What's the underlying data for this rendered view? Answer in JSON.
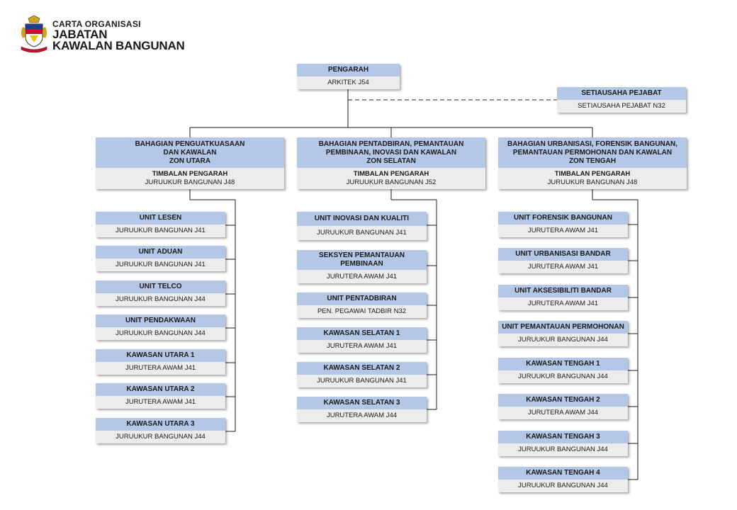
{
  "header": {
    "subtitle": "CARTA ORGANISASI",
    "title_line1": "JABATAN",
    "title_line2": "KAWALAN BANGUNAN"
  },
  "colors": {
    "header_fill": "#b4c7e7",
    "body_fill": "#ececec",
    "line": "#1a1a1a"
  },
  "top": {
    "title": "PENGARAH",
    "grade": "ARKITEK J54"
  },
  "secretary": {
    "title": "SETIAUSAHA PEJABAT",
    "grade": "SETIAUSAHA PEJABAT N32"
  },
  "divisions": [
    {
      "title_lines": [
        "BAHAGIAN PENGUATKUASAAN",
        "DAN KAWALAN",
        "ZON UTARA"
      ],
      "head": "TIMBALAN PENGARAH",
      "grade": "JURUUKUR BANGUNAN J48",
      "units": [
        {
          "title": "UNIT LESEN",
          "grade": "JURUUKUR BANGUNAN J41"
        },
        {
          "title": "UNIT ADUAN",
          "grade": "JURUUKUR BANGUNAN J41"
        },
        {
          "title": "UNIT TELCO",
          "grade": "JURUUKUR BANGUNAN J44"
        },
        {
          "title": "UNIT PENDAKWAAN",
          "grade": "JURUUKUR BANGUNAN J44"
        },
        {
          "title": "KAWASAN UTARA 1",
          "grade": "JURUTERA AWAM J41"
        },
        {
          "title": "KAWASAN UTARA 2",
          "grade": "JURUTERA AWAM J41"
        },
        {
          "title": "KAWASAN UTARA 3",
          "grade": "JURUUKUR BANGUNAN J44"
        }
      ]
    },
    {
      "title_lines": [
        "BAHAGIAN PENTADBIRAN, PEMANTAUAN",
        "PEMBINAAN, INOVASI DAN KAWALAN",
        "ZON SELATAN"
      ],
      "head": "TIMBALAN PENGARAH",
      "grade": "JURUUKUR BANGUNAN J52",
      "units": [
        {
          "title": "UNIT INOVASI DAN KUALITI",
          "grade": "JURUUKUR BANGUNAN J41"
        },
        {
          "title": "SEKSYEN PEMANTAUAN PEMBINAAN",
          "grade": "JURUTERA AWAM J41"
        },
        {
          "title": "UNIT PENTADBIRAN",
          "grade": "PEN. PEGAWAI TADBIR N32"
        },
        {
          "title": "KAWASAN SELATAN 1",
          "grade": "JURUTERA AWAM J41"
        },
        {
          "title": "KAWASAN SELATAN 2",
          "grade": "JURUUKUR BANGUNAN J41"
        },
        {
          "title": "KAWASAN SELATAN 3",
          "grade": "JURUTERA AWAM J44"
        }
      ]
    },
    {
      "title_lines": [
        "BAHAGIAN  URBANISASI, FORENSIK BANGUNAN,",
        "PEMANTAUAN PERMOHONAN DAN KAWALAN",
        "ZON TENGAH"
      ],
      "head": "TIMBALAN PENGARAH",
      "grade": "JURUUKUR BANGUNAN J48",
      "units": [
        {
          "title": "UNIT FORENSIK BANGUNAN",
          "grade": "JURUTERA AWAM J41"
        },
        {
          "title": "UNIT URBANISASI BANDAR",
          "grade": "JURUTERA AWAM J41"
        },
        {
          "title": "UNIT AKSESIBILITI BANDAR",
          "grade": "JURUTERA AWAM J41"
        },
        {
          "title": "UNIT PEMANTAUAN PERMOHONAN",
          "grade": "JURUUKUR BANGUNAN J44"
        },
        {
          "title": "KAWASAN TENGAH 1",
          "grade": "JURUUKUR BANGUNAN J44"
        },
        {
          "title": "KAWASAN TENGAH 2",
          "grade": "JURUTERA AWAM J44"
        },
        {
          "title": "KAWASAN TENGAH 3",
          "grade": "JURUUKUR BANGUNAN J44"
        },
        {
          "title": "KAWASAN TENGAH 4",
          "grade": "JURUUKUR BANGUNAN J44"
        }
      ]
    }
  ]
}
